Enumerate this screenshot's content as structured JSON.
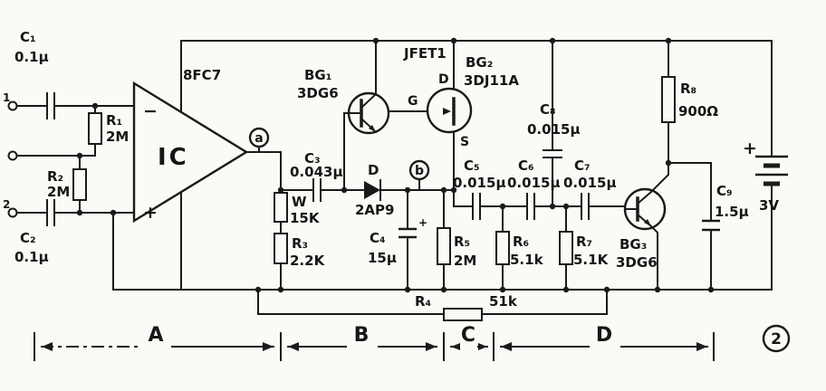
{
  "colors": {
    "ink": "#1a1a1a",
    "paper": "#fbfaf6"
  },
  "figure": {
    "number": "2"
  },
  "sections": {
    "a": "A",
    "b": "B",
    "c": "C",
    "d": "D"
  },
  "nodes": {
    "a": "a",
    "b": "b"
  },
  "terminals": {
    "t1": "1",
    "t2": "2"
  },
  "ic": {
    "name": "IC",
    "part": "8FC7",
    "inv": "−",
    "noninv": "+"
  },
  "jfet_caption": "JFET1",
  "pins": {
    "gate": "G",
    "drain": "D",
    "source": "S"
  },
  "components": {
    "c1": {
      "ref": "C₁",
      "value": "0.1μ"
    },
    "r1": {
      "ref": "R₁",
      "value": "2M"
    },
    "r2": {
      "ref": "R₂",
      "value": "2M"
    },
    "c2": {
      "ref": "C₂",
      "value": "0.1μ"
    },
    "c3": {
      "ref": "C₃",
      "value": "0.043μ"
    },
    "d1": {
      "ref": "D",
      "value": "2AP9"
    },
    "w": {
      "ref": "W",
      "value": "15K"
    },
    "r3": {
      "ref": "R₃",
      "value": "2.2K"
    },
    "c4": {
      "ref": "C₄",
      "value": "15μ",
      "polarity": "+"
    },
    "r5": {
      "ref": "R₅",
      "value": "2M"
    },
    "bg1": {
      "ref": "BG₁",
      "value": "3DG6"
    },
    "bg2": {
      "ref": "BG₂",
      "value": "3DJ11A"
    },
    "bg3": {
      "ref": "BG₃",
      "value": "3DG6"
    },
    "c5": {
      "ref": "C₅",
      "value": "0.015μ"
    },
    "c6": {
      "ref": "C₆",
      "value": "0.015μ"
    },
    "c7": {
      "ref": "C₇",
      "value": "0.015μ"
    },
    "c8": {
      "ref": "C₈",
      "value": "0.015μ"
    },
    "r6": {
      "ref": "R₆",
      "value": "5.1k"
    },
    "r7": {
      "ref": "R₇",
      "value": "5.1K"
    },
    "r8": {
      "ref": "R₈",
      "value": "900Ω"
    },
    "c9": {
      "ref": "C₉",
      "value": "1.5μ"
    },
    "r4": {
      "ref": "R₄",
      "value": "51k"
    },
    "battery": {
      "value": "3V",
      "polarity": "+"
    }
  }
}
